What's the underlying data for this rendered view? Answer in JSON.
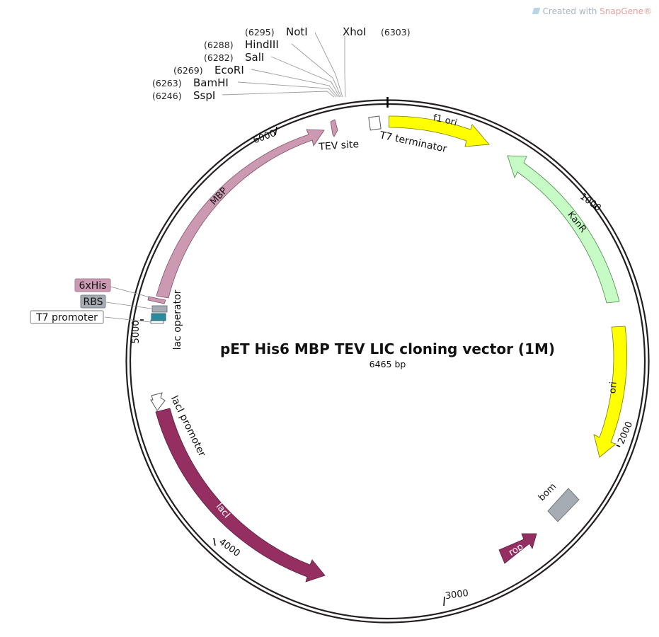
{
  "title": "pET His6 MBP TEV LIC cloning vector (1M)",
  "length_label": "6465 bp",
  "total_bp": 6465,
  "watermark": {
    "prefix": "Created with ",
    "brand": "SnapGene®"
  },
  "ticks": [
    {
      "bp": 1000,
      "label": "1000"
    },
    {
      "bp": 2000,
      "label": "2000"
    },
    {
      "bp": 3000,
      "label": "3000"
    },
    {
      "bp": 4000,
      "label": "4000"
    },
    {
      "bp": 5000,
      "label": "5000"
    },
    {
      "bp": 6000,
      "label": "6000"
    }
  ],
  "sites": [
    {
      "name": "NotI",
      "pos": "(6295)"
    },
    {
      "name": "XhoI",
      "pos": "(6303)"
    },
    {
      "name": "HindIII",
      "pos": "(6288)"
    },
    {
      "name": "SalI",
      "pos": "(6282)"
    },
    {
      "name": "EcoRI",
      "pos": "(6269)"
    },
    {
      "name": "BamHI",
      "pos": "(6263)"
    },
    {
      "name": "SspI",
      "pos": "(6246)"
    }
  ],
  "features": [
    {
      "label": "f1 ori",
      "color": "#ffff00"
    },
    {
      "label": "KanR",
      "color": "#c6fbc6"
    },
    {
      "label": "ori",
      "color": "#ffff00"
    },
    {
      "label": "bom",
      "color": "#a6acb3"
    },
    {
      "label": "rop",
      "color": "#952f62"
    },
    {
      "label": "lacI",
      "color": "#952f62"
    },
    {
      "label": "lacI promoter",
      "color": "#ffffff"
    },
    {
      "label": "lac operator",
      "color": "#ffffff"
    },
    {
      "label": "T7 promoter",
      "color": "#ffffff"
    },
    {
      "label": "RBS",
      "color": "#a6acb3"
    },
    {
      "label": "6xHis",
      "color": "#cc99b2"
    },
    {
      "label": "MBP",
      "color": "#cc99b2"
    },
    {
      "label": "TEV site",
      "color": "#cc99b2"
    },
    {
      "label": "T7 terminator",
      "color": "#ffffff"
    }
  ],
  "lac_operator_color": "#2b8a9b"
}
